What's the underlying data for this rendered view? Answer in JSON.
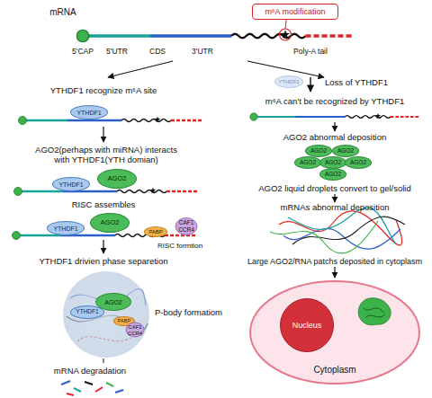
{
  "diagram": {
    "nodes": [
      {
        "text": [
          "m⁶A modification"
        ]
      },
      {
        "text": [
          "YTHDF1"
        ]
      },
      {
        "text": [
          "YTHDF1"
        ]
      },
      {
        "text": [
          "AGO2"
        ]
      },
      {
        "text": [
          "YTHDF1"
        ]
      },
      {
        "text": [
          "AGO2"
        ]
      },
      {
        "text": [
          "PABP"
        ]
      },
      {
        "text": [
          "P-body formatiom"
        ]
      },
      {
        "text": [
          "YTHDF1"
        ],
        "in": 7
      },
      {
        "text": [
          "AGO2"
        ],
        "in": 7
      },
      {
        "text": [
          "PABP"
        ],
        "in": 7
      },
      {
        "text": [
          "YTHDF1"
        ]
      },
      {
        "text": [
          "AGO2"
        ]
      },
      {
        "text": [
          "AGO2"
        ]
      },
      {
        "text": [
          "AGO2"
        ]
      },
      {
        "text": [
          "AGO2"
        ]
      },
      {
        "text": [
          "AGO2"
        ]
      },
      {
        "text": [
          "AGO2"
        ]
      },
      {
        "text": [
          "Cytoplasm"
        ]
      },
      {
        "text": [
          "Nucleus"
        ],
        "in": 18
      }
    ],
    "labels": [
      "mRNA",
      "5'CAP",
      "5'UTR",
      "CDS",
      "3'UTR",
      "Poly-A tail",
      "YTHDF1 recognize m⁶A site",
      "AGO2(perhaps with miRNA) interacts with YTHDF1(YTH domian)",
      "RISC assembles",
      "CAF1",
      "CCR4",
      "RISC formtion",
      "YTHDF1 drivien phase separetion",
      "CAF1",
      "CCR4",
      "mRNA degradation",
      "Loss of YTHDF1",
      "m⁶A can't be recognized by YTHDF1",
      "AGO2 abnormal deposition",
      "AGO2 liquid droplets convert to gel/solid",
      "mRNAs abnormal deposition",
      "Large AGO2/RNA patchs deposited in cytoplasm"
    ]
  }
}
